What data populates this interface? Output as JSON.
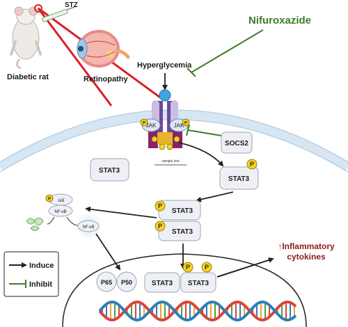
{
  "labels": {
    "stz": "STZ",
    "diabetic_rat": "Diabetic rat",
    "retinopathy": "Retinopathy",
    "hyperglycemia": "Hyperglycemia",
    "nifuroxazide": "Nifuroxazide",
    "jak_left": "JAK",
    "jak_right": "JAK",
    "socs2": "SOCS2",
    "sample_text": "sample text",
    "stat3_unphos": "STAT3",
    "stat3_phos": "STAT3",
    "stat3_dimer_top": "STAT3",
    "stat3_dimer_bottom": "STAT3",
    "ikb": "IκB",
    "nfkb_complex": "NF-κB",
    "nfkb_free": "NF-κB",
    "p65": "P65",
    "p50": "P50",
    "stat3_nuc_left": "STAT3",
    "stat3_nuc_right": "STAT3",
    "inflammatory": "↑Inflammatory",
    "cytokines": "cytokines",
    "phospho": "P"
  },
  "legend": {
    "induce": "Induce",
    "inhibit": "Inhibit"
  },
  "colors": {
    "red": "#d92026",
    "green": "#3f7a2a",
    "dark_red": "#8b1c1c",
    "phospho_yellow": "#f5d320",
    "receptor_purple": "#6b4a9a",
    "membrane_blue": "#d6e6f3",
    "dna_blue": "#2d7fb8",
    "dna_red": "#d9443a"
  }
}
